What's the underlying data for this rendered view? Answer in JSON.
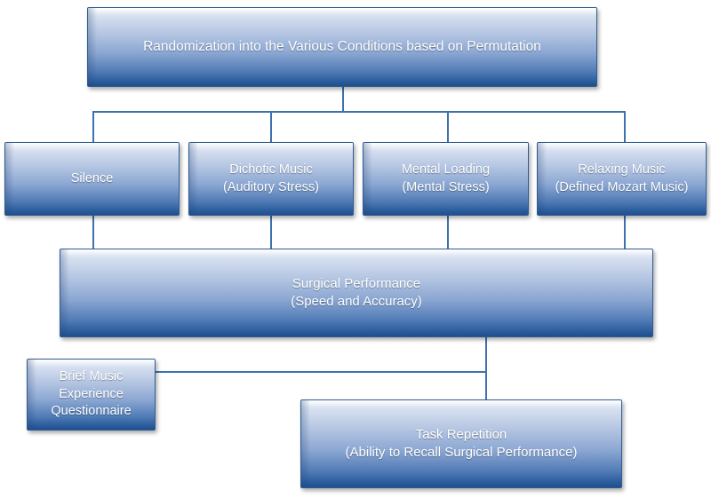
{
  "diagram": {
    "title": "Randomization into the Various Conditions based on Permutation",
    "type": "flowchart",
    "accent_color": "#3E72AE",
    "box_fill_top": "#F2F5FB",
    "box_fill_bottom": "#1F4E8C",
    "text_color": "#FFFFFF"
  },
  "nodes": {
    "randomization": {
      "line1": "Randomization into the Various Conditions based on Permutation"
    },
    "silence": {
      "line1": "Silence"
    },
    "dichotic": {
      "line1": "Dichotic Music",
      "line2": "(Auditory Stress)"
    },
    "mental": {
      "line1": "Mental Loading",
      "line2": "(Mental Stress)"
    },
    "relaxing": {
      "line1": "Relaxing Music",
      "line2": "(Defined Mozart Music)"
    },
    "surgical": {
      "line1": "Surgical Performance",
      "line2": "(Speed and Accuracy)"
    },
    "bmeq": {
      "line1": "Brief Music",
      "line2": "Experience",
      "line3": "Questionnaire"
    },
    "task": {
      "line1": "Task Repetition",
      "line2": "(Ability to Recall Surgical Performance)"
    }
  }
}
